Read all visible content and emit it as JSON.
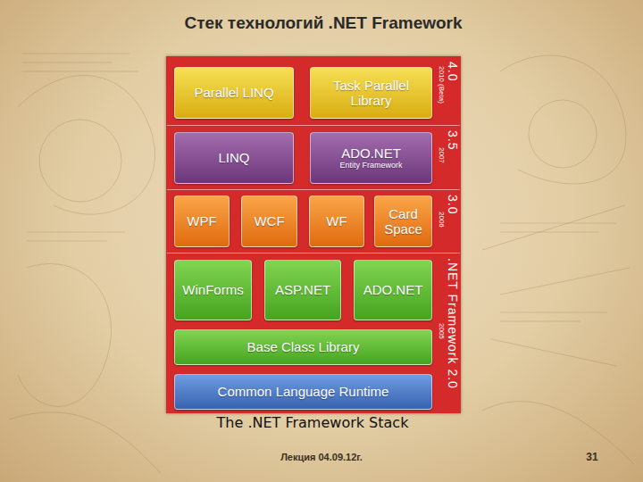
{
  "diagram": {
    "title": "Стек технологий .NET Framework",
    "caption": "The .NET Framework Stack",
    "nodes": [
      {
        "text": [
          "4.0",
          "2010 (Beta)"
        ]
      },
      {
        "text": [
          "Parallel LINQ"
        ],
        "in": 0
      },
      {
        "text": [
          "Task Parallel Library"
        ],
        "in": 0
      },
      {
        "text": [
          "3.5",
          "2007"
        ]
      },
      {
        "text": [
          "LINQ"
        ],
        "in": 3
      },
      {
        "text": [
          "ADO.NET",
          "Entity Framework"
        ],
        "in": 3
      },
      {
        "text": [
          "3.0",
          "2006"
        ]
      },
      {
        "text": [
          "WPF"
        ],
        "in": 6
      },
      {
        "text": [
          "WCF"
        ],
        "in": 6
      },
      {
        "text": [
          "WF"
        ],
        "in": 6
      },
      {
        "text": [
          "Card Space"
        ],
        "in": 6
      },
      {
        "text": [
          ".NET Framework 2.0",
          "2005"
        ]
      },
      {
        "text": [
          "WinForms"
        ],
        "in": 11
      },
      {
        "text": [
          "ASP.NET"
        ],
        "in": 11
      },
      {
        "text": [
          "ADO.NET"
        ],
        "in": 11
      },
      {
        "text": [
          "Base Class Library"
        ],
        "in": 11
      },
      {
        "text": [
          "Common Language Runtime"
        ],
        "in": 11
      }
    ],
    "labels": [
      "Лекция 04.09.12г.",
      "31"
    ]
  }
}
